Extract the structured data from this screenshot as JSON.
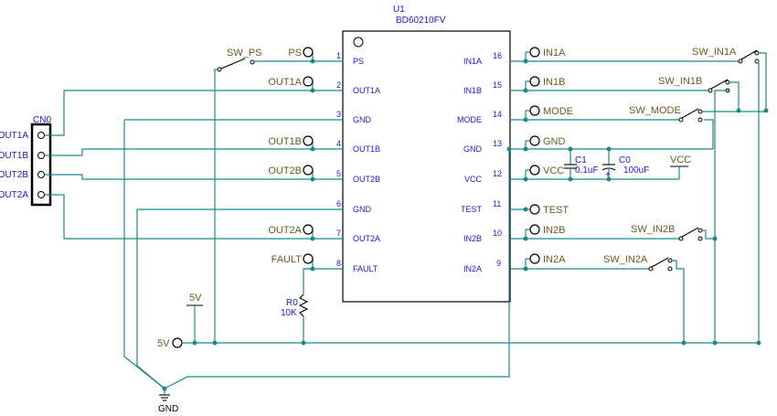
{
  "u1": {
    "ref": "U1",
    "part": "BD60210FV",
    "left_pins": [
      {
        "num": "1",
        "name": "PS"
      },
      {
        "num": "2",
        "name": "OUT1A"
      },
      {
        "num": "3",
        "name": "GND"
      },
      {
        "num": "4",
        "name": "OUT1B"
      },
      {
        "num": "5",
        "name": "OUT2B"
      },
      {
        "num": "6",
        "name": "GND"
      },
      {
        "num": "7",
        "name": "OUT2A"
      },
      {
        "num": "8",
        "name": "FAULT"
      }
    ],
    "right_pins": [
      {
        "num": "16",
        "name": "IN1A"
      },
      {
        "num": "15",
        "name": "IN1B"
      },
      {
        "num": "14",
        "name": "MODE"
      },
      {
        "num": "13",
        "name": "GND"
      },
      {
        "num": "12",
        "name": "VCC"
      },
      {
        "num": "11",
        "name": "TEST"
      },
      {
        "num": "10",
        "name": "IN2B"
      },
      {
        "num": "9",
        "name": "IN2A"
      }
    ]
  },
  "left_labels": {
    "ps": "PS",
    "out1a": "OUT1A",
    "out1b": "OUT1B",
    "out2b": "OUT2B",
    "out2a": "OUT2A",
    "fault": "FAULT"
  },
  "right_labels": {
    "in1a": "IN1A",
    "in1b": "IN1B",
    "mode": "MODE",
    "gnd": "GND",
    "vcc": "VCC",
    "test": "TEST",
    "in2b": "IN2B",
    "in2a": "IN2A"
  },
  "switches": {
    "sw_ps": "SW_PS",
    "sw_in1a": "SW_IN1A",
    "sw_in1b": "SW_IN1B",
    "sw_mode": "SW_MODE",
    "sw_in2b": "SW_IN2B",
    "sw_in2a": "SW_IN2A"
  },
  "connector": {
    "ref": "CN0",
    "pins": [
      "OUT1A",
      "OUT1B",
      "OUT2B",
      "OUT2A"
    ]
  },
  "c1": {
    "ref": "C1",
    "value": "0.1uF"
  },
  "c0": {
    "ref": "C0",
    "value": "100uF"
  },
  "r0": {
    "ref": "R0",
    "value": "10K"
  },
  "power": {
    "v5_top": "5V",
    "v5_port": "5V",
    "vcc": "VCC",
    "gnd": "GND"
  }
}
